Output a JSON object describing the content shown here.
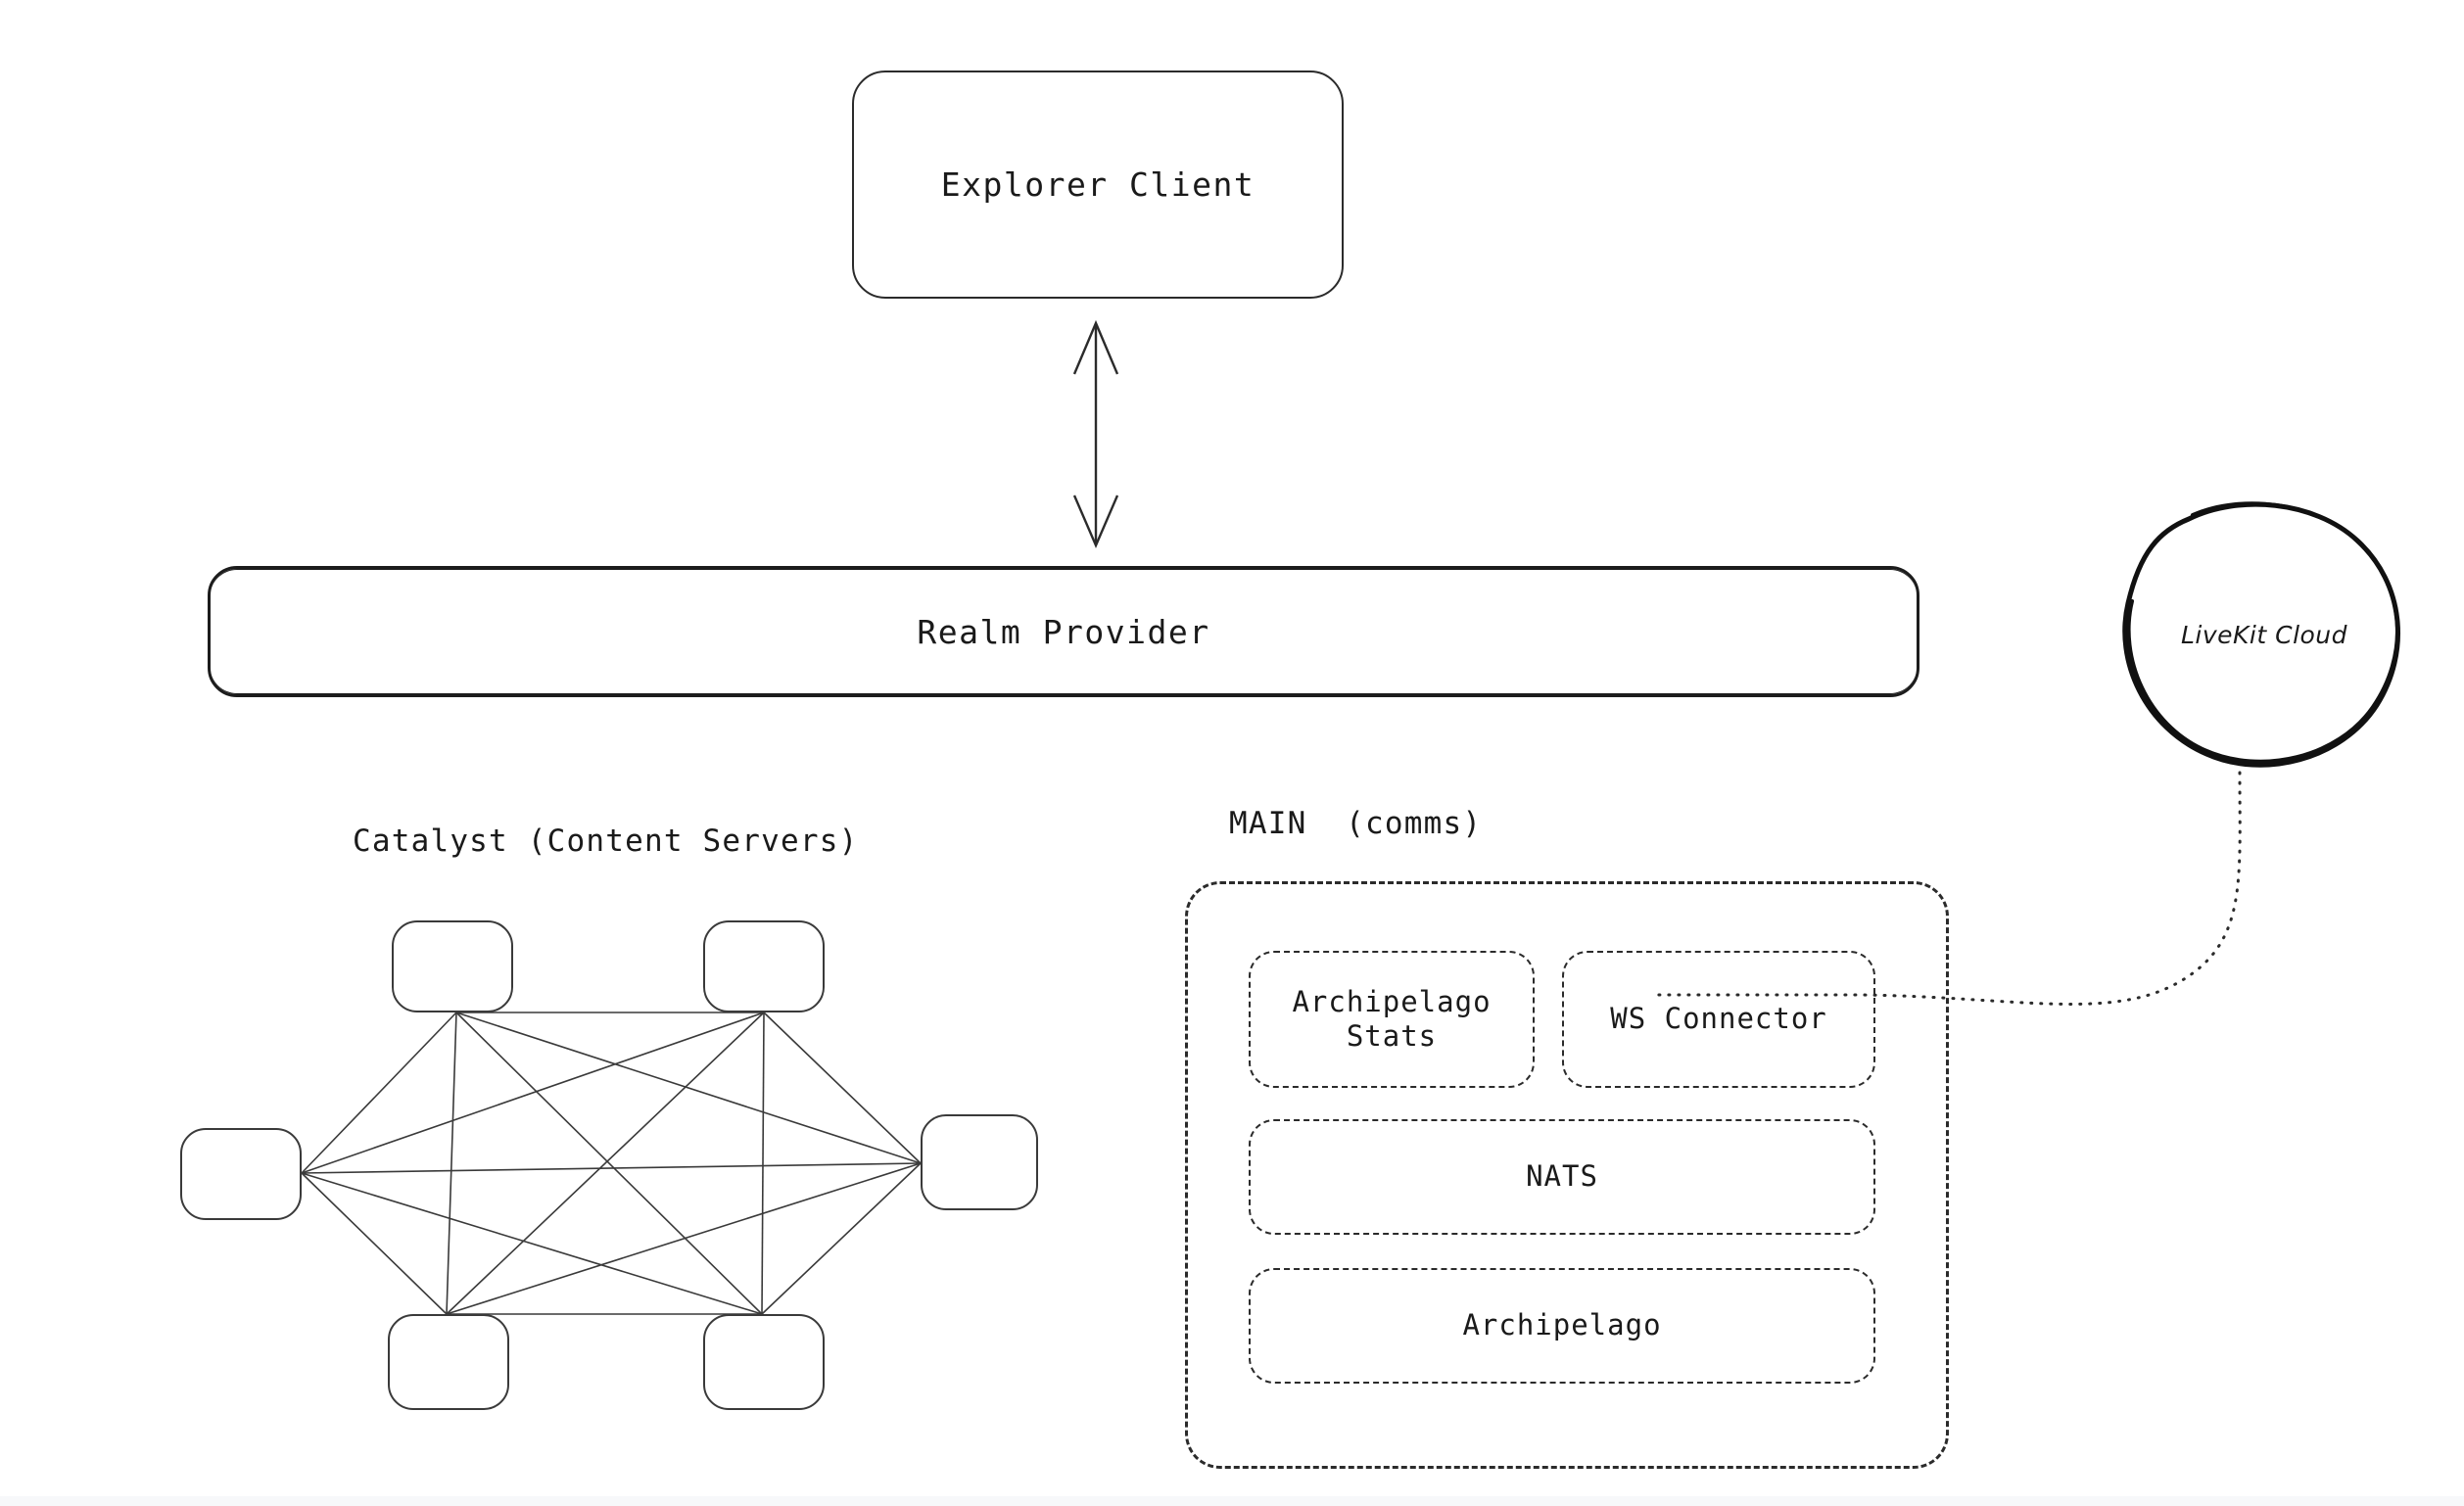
{
  "diagram": {
    "title_nodes": {
      "explorer_client": "Explorer Client",
      "realm_provider": "Realm Provider",
      "livekit_cloud": "LiveKit Cloud"
    },
    "sections": {
      "catalyst_title": "Catalyst (Content Servers)",
      "main_title": "MAIN  (comms)"
    },
    "main_comms_boxes": [
      {
        "key": "archipelago_stats",
        "label": "Archipelago\nStats"
      },
      {
        "key": "ws_connector",
        "label": "WS Connector"
      },
      {
        "key": "nats",
        "label": "NATS"
      },
      {
        "key": "archipelago",
        "label": "Archipelago"
      }
    ],
    "catalyst_nodes": [
      {
        "id": "node-top-left",
        "label": ""
      },
      {
        "id": "node-top-right",
        "label": ""
      },
      {
        "id": "node-left",
        "label": ""
      },
      {
        "id": "node-right",
        "label": ""
      },
      {
        "id": "node-bottom-left",
        "label": ""
      },
      {
        "id": "node-bottom-right",
        "label": ""
      }
    ],
    "connectors": [
      {
        "id": "explorer-realm-arrow",
        "style": "solid",
        "arrows": "both"
      },
      {
        "id": "livekit-ws-connector-link",
        "style": "dotted",
        "arrows": "none"
      },
      {
        "id": "catalyst-full-mesh",
        "style": "solid",
        "arrows": "none",
        "edges": 15
      }
    ],
    "colors": {
      "background": "#ffffff",
      "stroke": "#2b2b2b",
      "text": "#1a1a1a",
      "mesh_stroke": "#3a3a3a"
    }
  }
}
